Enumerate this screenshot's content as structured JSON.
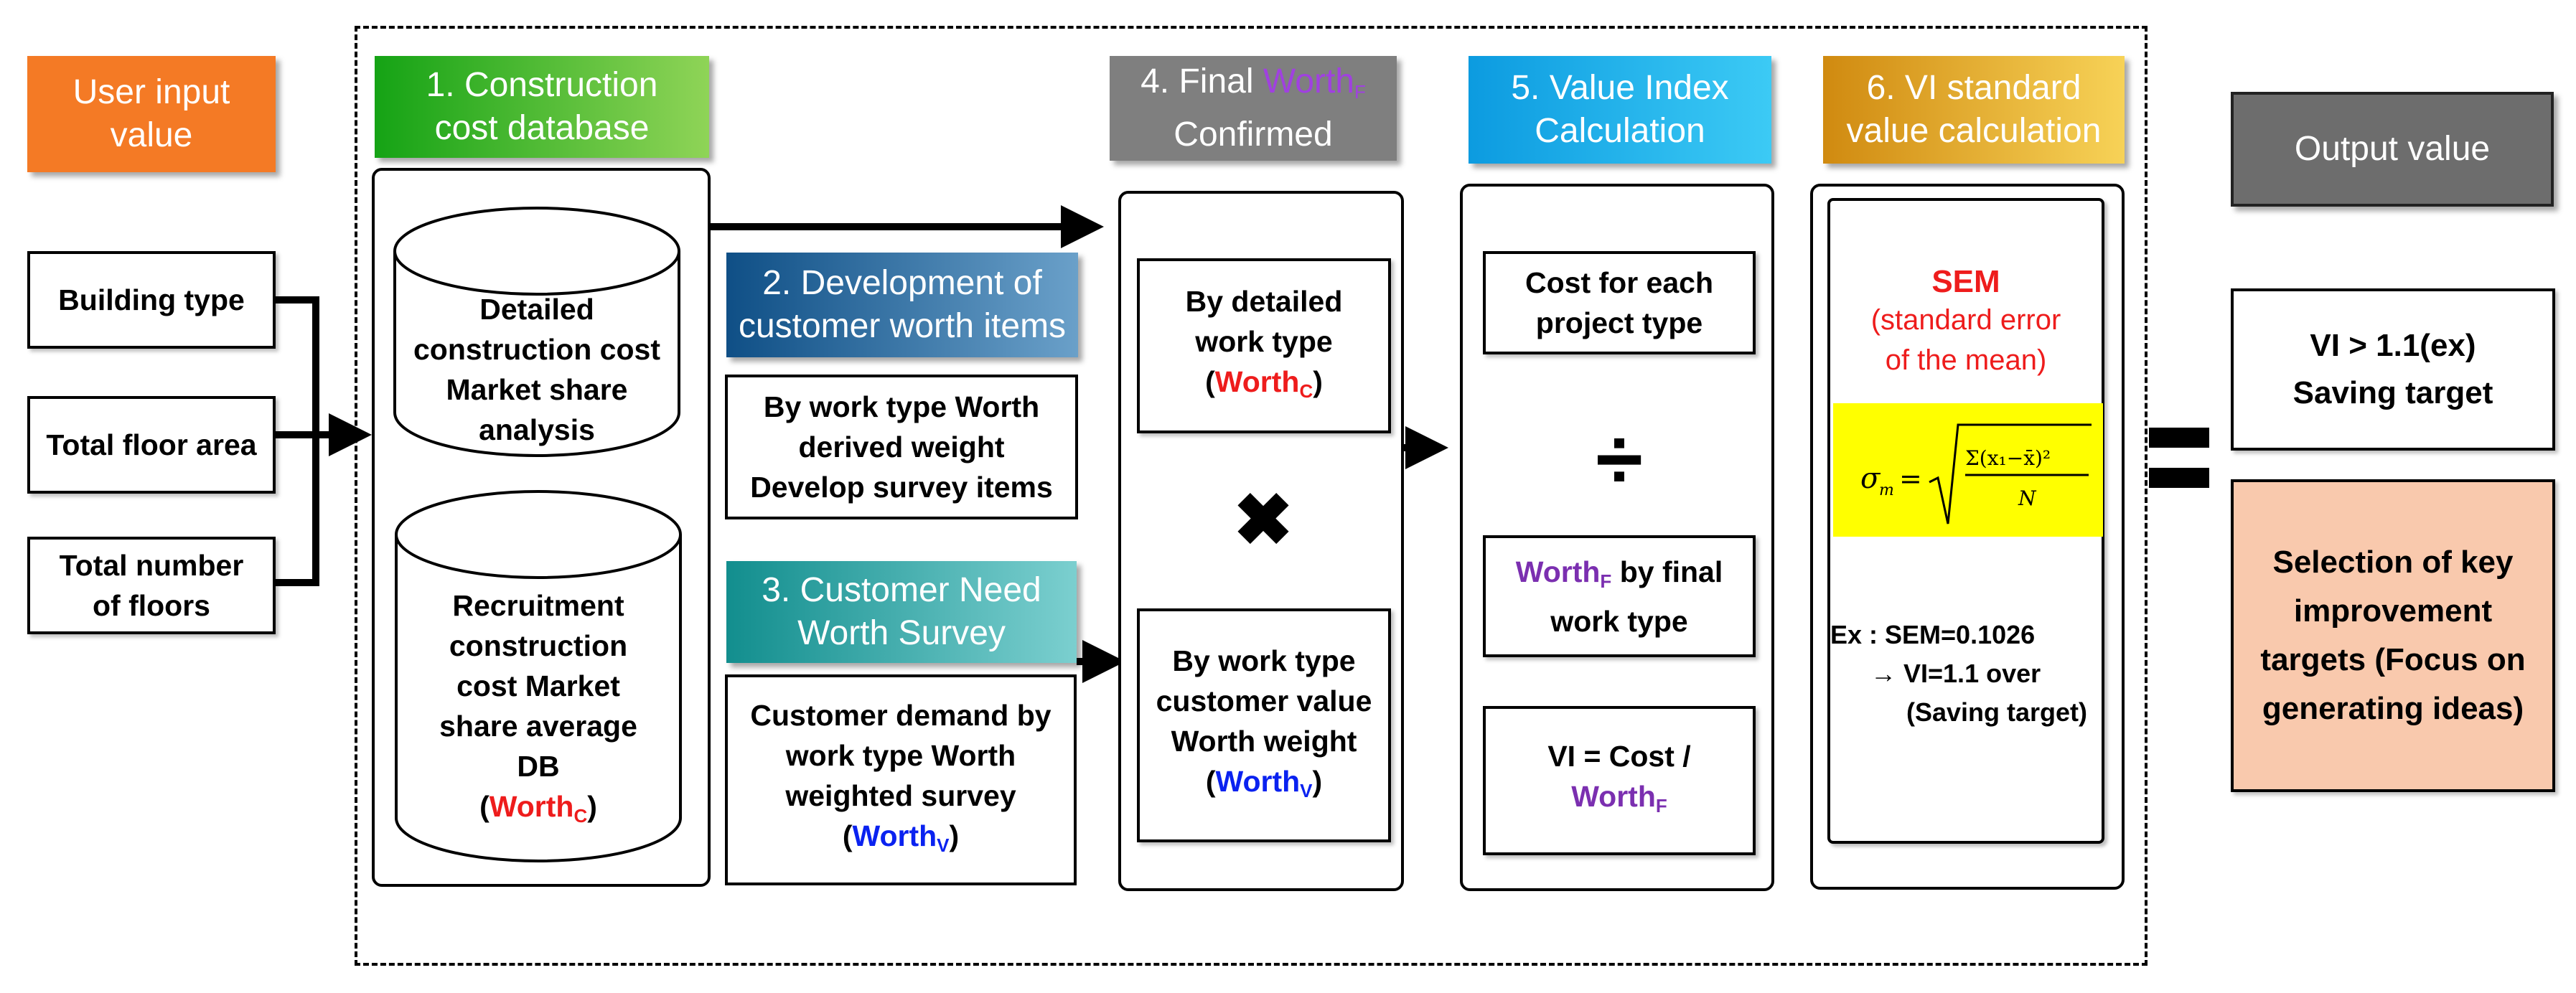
{
  "user_input": {
    "title": "User input value",
    "items": [
      "Building type",
      "Total floor area",
      "Total number of floors"
    ]
  },
  "step1": {
    "header": "1. Construction cost database",
    "db1": "Detailed construction cost Market share analysis",
    "db2": "Recruitment construction cost Market share average DB",
    "worth_c": "Worth",
    "worth_c_sub": "C"
  },
  "step2": {
    "header": "2. Development of customer worth items",
    "body": "By work type Worth derived weight Develop survey items"
  },
  "step3": {
    "header": "3. Customer Need Worth Survey",
    "body": "Customer demand by work type Worth weighted survey",
    "worth_v": "Worth",
    "worth_v_sub": "V"
  },
  "step4": {
    "header_prefix": "4. Final",
    "header_worth": "Worth",
    "header_sub": "F",
    "header_suffix": "Confirmed",
    "top_box": "By detailed work type",
    "worth_c": "Worth",
    "worth_c_sub": "C",
    "multiply_symbol": "✖",
    "bottom_box": "By work type customer value Worth weight",
    "worth_v": "Worth",
    "worth_v_sub": "V"
  },
  "step5": {
    "header": "5. Value Index Calculation",
    "cost_box": "Cost for each project type",
    "divide_symbol": "÷",
    "worth_f": "Worth",
    "worth_f_sub": "F",
    "worth_f_text": "by final work type",
    "vi_formula": "VI = Cost /",
    "vi_worth": "Worth",
    "vi_worth_sub": "F"
  },
  "step6": {
    "header": "6. VI standard value calculation",
    "sem_title": "SEM",
    "sem_desc": "(standard error of the mean)",
    "example_line1": "Ex : SEM=0.1026",
    "example_line2": "→ VI=1.1 over",
    "example_line3": "(Saving target)"
  },
  "output": {
    "title": "Output value",
    "equals_symbol": "=",
    "result1_line1": "VI  > 1.1(ex)",
    "result1_line2": "Saving target",
    "result2": "Selection of key improvement targets (Focus on generating ideas)"
  },
  "colors": {
    "user_input": "#f47a25",
    "step1": "#3aa83a",
    "step2": "#2f6fa3",
    "step3": "#2aa3a8",
    "step4": "#7f7f7f",
    "step5": "#1eb4ec",
    "step6": "#e0a018",
    "output_header": "#6d6d6d",
    "output_result2": "#f9c9ad",
    "formula_bg": "#ffff00",
    "red": "#ee1c1c",
    "blue": "#0a22f0",
    "purple": "#7b2fb0"
  }
}
